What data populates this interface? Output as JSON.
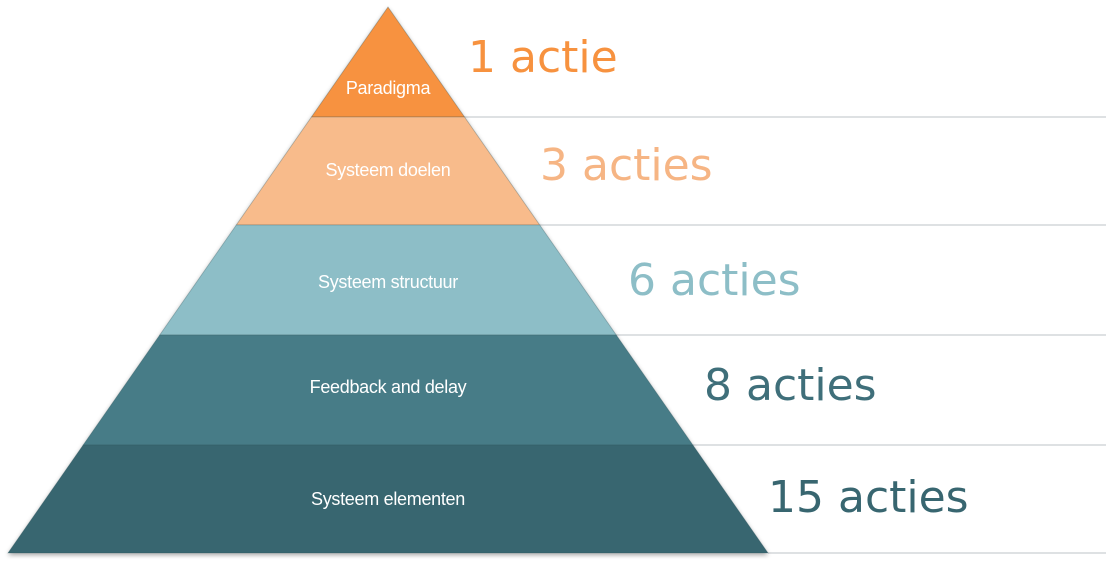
{
  "layers": [
    {
      "label": "Paradigma",
      "count": "1 actie",
      "fill": "#f7923f",
      "text_color": "#f7923f"
    },
    {
      "label": "Systeem doelen",
      "count": "3 acties",
      "fill": "#f8bb8b",
      "text_color": "#f6b584"
    },
    {
      "label": "Systeem structuur",
      "count": "6 acties",
      "fill": "#8dbec7",
      "text_color": "#8dbec7"
    },
    {
      "label": "Feedback and delay",
      "count": "8 acties",
      "fill": "#477c87",
      "text_color": "#3f6f7a"
    },
    {
      "label": "Systeem elementen",
      "count": "15 acties",
      "fill": "#386670",
      "text_color": "#386670"
    }
  ],
  "colors": {
    "separator": "#d4d7da",
    "layer_divider": "#2e4f57"
  }
}
